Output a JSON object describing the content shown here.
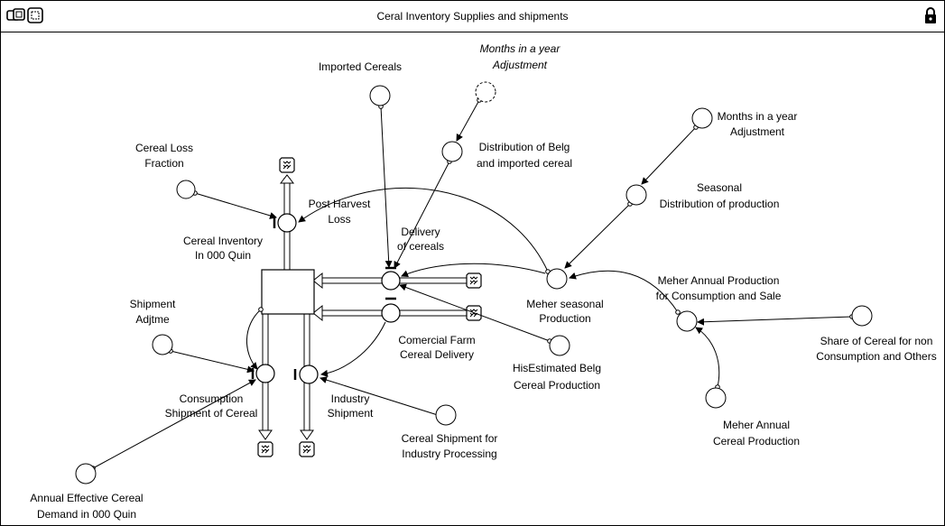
{
  "window": {
    "title": "Ceral Inventory Supplies and shipments"
  },
  "toolbar": {
    "left_icons": [
      "map-layer-icon",
      "model-layer-icon"
    ],
    "right_icon": "lock-icon"
  },
  "diagram": {
    "stock": {
      "label_line1": "Cereal Inventory",
      "label_line2": "In 000 Quin"
    },
    "flows": {
      "post_harvest_loss": [
        "Post Harvest",
        "Loss"
      ],
      "delivery_of_cereals": [
        "Delivery",
        "of cereals"
      ],
      "comercial_farm_delivery": [
        "Comercial Farm",
        "Cereal Delivery"
      ],
      "consumption_shipment": [
        "Consumption",
        "Shipment of Cereal"
      ],
      "industry_shipment": [
        "Industry",
        "Shipment"
      ]
    },
    "converters": {
      "cereal_loss_fraction": [
        "Cereal Loss",
        "Fraction"
      ],
      "imported_cereals": [
        "Imported Cereals"
      ],
      "months_ghost": [
        "Months in a year",
        "Adjustment"
      ],
      "distribution_belg": [
        "Distribution of Belg",
        "and imported cereal"
      ],
      "months_adjustment": [
        "Months in a year",
        "Adjustment"
      ],
      "seasonal_distribution": [
        "Seasonal",
        "Distribution of production"
      ],
      "meher_seasonal": [
        "Meher seasonal",
        "Production"
      ],
      "meher_annual_consumption": [
        "Meher Annual Production",
        "for Consumption and Sale"
      ],
      "share_cereal": [
        "Share of  Cereal for non",
        "Consumption and Others"
      ],
      "meher_annual_cereal": [
        "Meher Annual",
        "Cereal Production"
      ],
      "his_estimated_belg": [
        "HisEstimated Belg",
        "Cereal Production"
      ],
      "shipment_adjtme": [
        "Shipment",
        "Adjtme"
      ],
      "cereal_shipment_industry": [
        "Cereal Shipment for",
        "Industry Processing"
      ],
      "annual_effective_demand": [
        "Annual Effective Cereal",
        "Demand in 000 Quin"
      ]
    }
  }
}
